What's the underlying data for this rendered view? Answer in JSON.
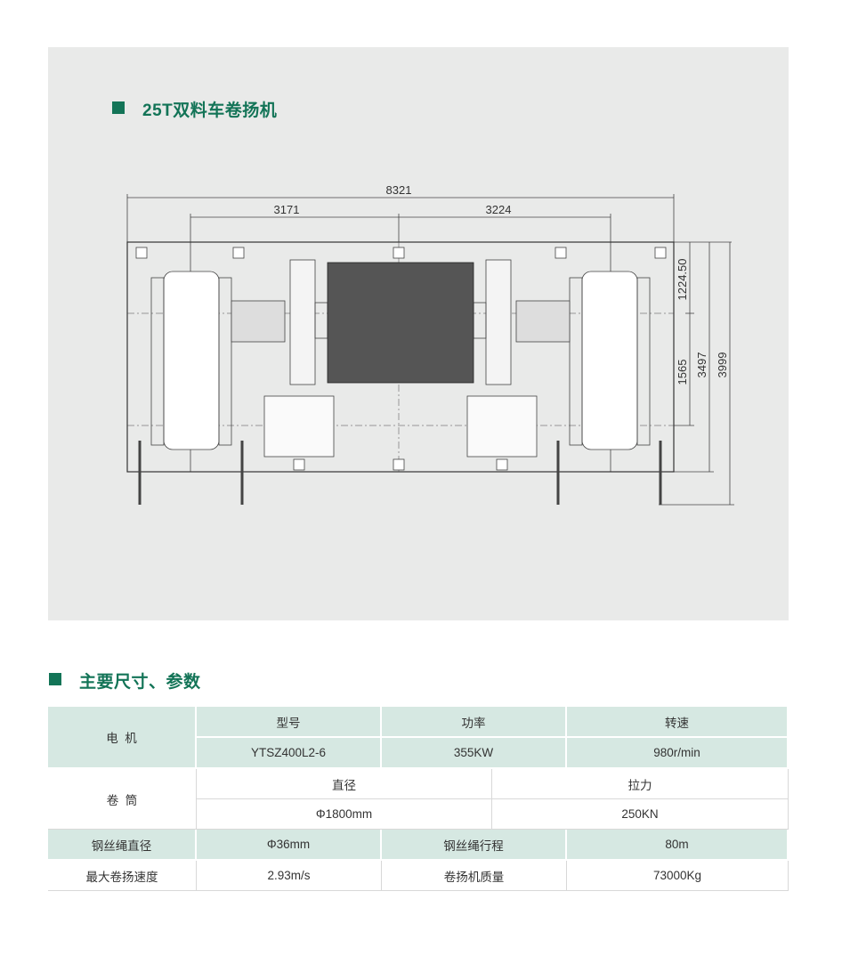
{
  "drawing": {
    "title": "25T双料车卷扬机",
    "dims": {
      "overall_width": "8321",
      "left_span": "3171",
      "right_span": "3224",
      "v1": "1224.50",
      "v2": "1565",
      "v3": "3497",
      "v4": "3999"
    }
  },
  "params": {
    "title": "主要尺寸、参数",
    "motor": {
      "label": "电  机",
      "headers": [
        "型号",
        "功率",
        "转速"
      ],
      "values": [
        "YTSZ400L2-6",
        "355KW",
        "980r/min"
      ]
    },
    "drum": {
      "label": "卷  筒",
      "headers": [
        "直径",
        "拉力"
      ],
      "values": [
        "Φ1800mm",
        "250KN"
      ]
    },
    "row5": [
      "钢丝绳直径",
      "Φ36mm",
      "钢丝绳行程",
      "80m"
    ],
    "row6": [
      "最大卷扬速度",
      "2.93m/s",
      "卷扬机质量",
      "73000Kg"
    ]
  },
  "colors": {
    "accent": "#137457",
    "table_fill": "#d6e8e2",
    "panel": "#e9eae9"
  }
}
